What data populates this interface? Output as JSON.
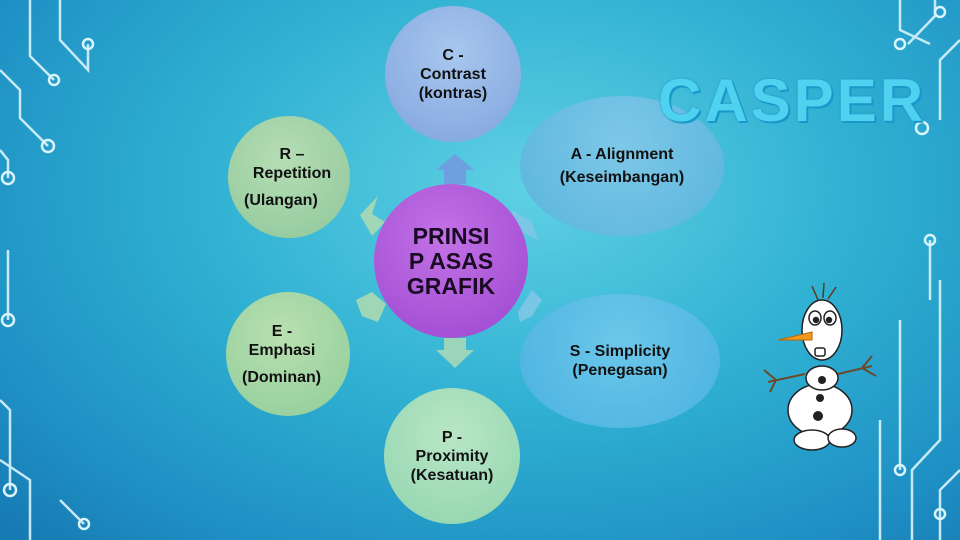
{
  "brand": {
    "title": "CASPER"
  },
  "center": {
    "label": "PRINSIP ASAS GRAFIK"
  },
  "nodes": {
    "c": {
      "line1": "C - Contrast",
      "line2": "(kontras)"
    },
    "r": {
      "line1": "R – Repetition",
      "line2": "(Ulangan)"
    },
    "e": {
      "line1": "E - Emphasi",
      "line2": "(Dominan)"
    },
    "p": {
      "line1": "P - Proximity",
      "line2": "(Kesatuan)"
    },
    "a": {
      "line1": "A - Alignment",
      "line2": "(Keseimbangan)"
    },
    "s": {
      "line1": "S - Simplicity",
      "line2": "(Penegasan)"
    }
  },
  "colors": {
    "background": "#2fb0d2",
    "center": "#a954d8",
    "arrow": "#6f9de0",
    "circuit": "#d9f4fb"
  },
  "illustration": {
    "icon": "snowman-icon"
  }
}
